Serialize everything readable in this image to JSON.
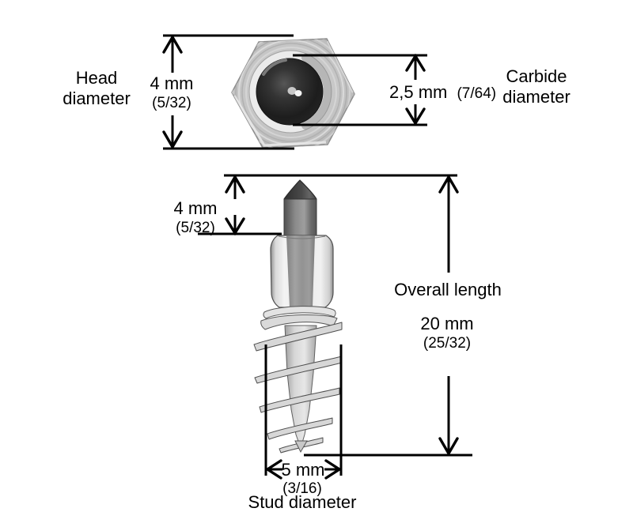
{
  "colors": {
    "background": "#ffffff",
    "lines": "#000000",
    "text": "#000000",
    "carbide_dark": "#1f1f1f",
    "steel_light": "#ebebeb",
    "steel_mid": "#c3c3c3"
  },
  "top_view": {
    "head_label_line1": "Head",
    "head_label_line2": "diameter",
    "head_value": "4 mm",
    "head_fraction": "(5/32)",
    "carbide_value": "2,5 mm",
    "carbide_fraction": "(7/64)",
    "carbide_label_line1": "Carbide",
    "carbide_label_line2": "diameter"
  },
  "side_view": {
    "tip_value": "4 mm",
    "tip_fraction": "(5/32)",
    "overall_label": "Overall length",
    "overall_value": "20 mm",
    "overall_fraction": "(25/32)",
    "stud_value": "5 mm",
    "stud_fraction": "(3/16)",
    "stud_label": "Stud diameter"
  }
}
